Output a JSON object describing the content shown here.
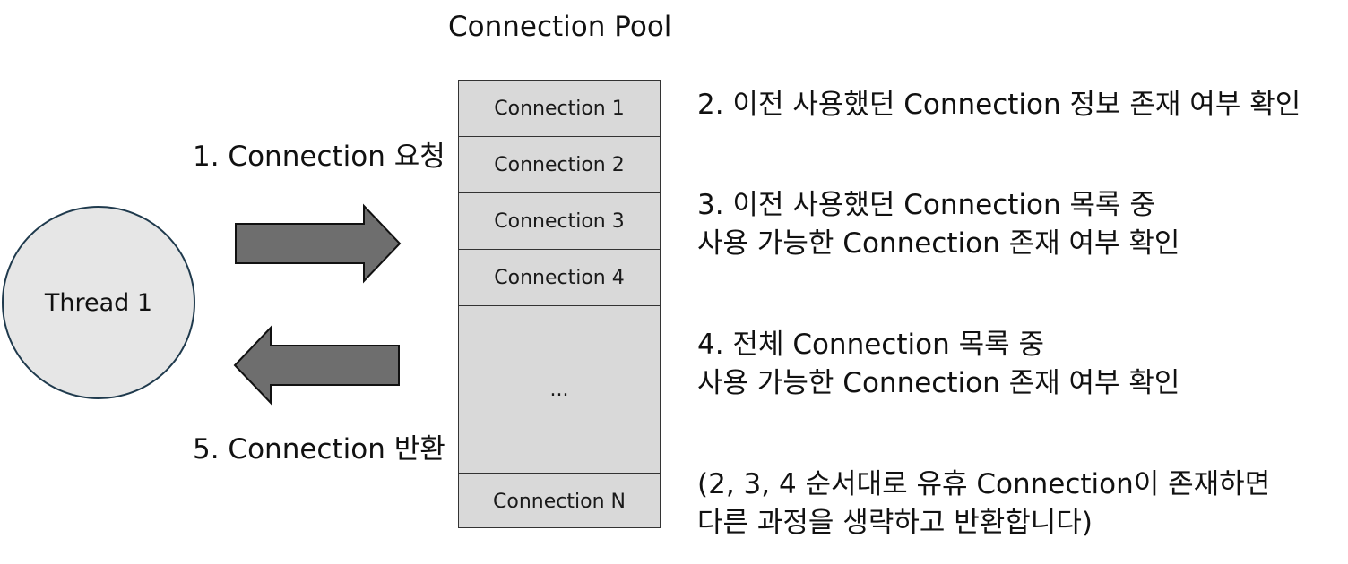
{
  "pool": {
    "title": "Connection Pool",
    "connections": [
      "Connection 1",
      "Connection 2",
      "Connection 3",
      "Connection 4"
    ],
    "ellipsis": "...",
    "last": "Connection N"
  },
  "thread": {
    "label": "Thread 1"
  },
  "arrows": {
    "request_label": "1. Connection 요청",
    "return_label": "5. Connection 반환"
  },
  "steps": {
    "step2": "2. 이전 사용했던 Connection 정보 존재 여부 확인",
    "step3_line1": "3. 이전 사용했던 Connection 목록 중",
    "step3_line2": "사용 가능한 Connection 존재 여부 확인",
    "step4_line1": "4. 전체 Connection 목록 중",
    "step4_line2": "사용 가능한 Connection 존재 여부 확인",
    "note_line1": "(2, 3, 4 순서대로 유휴 Connection이 존재하면",
    "note_line2": "다른 과정을 생략하고 반환합니다)"
  },
  "colors": {
    "pool_fill": "#d9d9d9",
    "thread_fill": "#e6e6e6",
    "thread_border": "#1f3a4d",
    "arrow_fill": "#6e6e6e"
  }
}
